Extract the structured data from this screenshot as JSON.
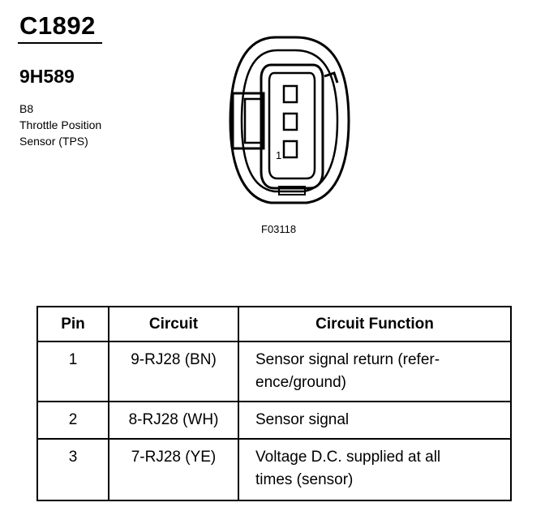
{
  "connector": {
    "id": "C1892",
    "part_number": "9H589",
    "description_lines": [
      "B8",
      "Throttle Position",
      "Sensor (TPS)"
    ]
  },
  "diagram": {
    "pin_marker": "1",
    "figure_code": "F03118"
  },
  "table": {
    "headers": [
      "Pin",
      "Circuit",
      "Circuit Function"
    ],
    "rows": [
      {
        "pin": "1",
        "circuit": "9-RJ28 (BN)",
        "function_lines": [
          "Sensor signal return (refer-",
          "ence/ground)"
        ]
      },
      {
        "pin": "2",
        "circuit": "8-RJ28 (WH)",
        "function_lines": [
          "Sensor signal"
        ]
      },
      {
        "pin": "3",
        "circuit": "7-RJ28 (YE)",
        "function_lines": [
          "Voltage D.C. supplied at all",
          "times (sensor)"
        ]
      }
    ]
  }
}
